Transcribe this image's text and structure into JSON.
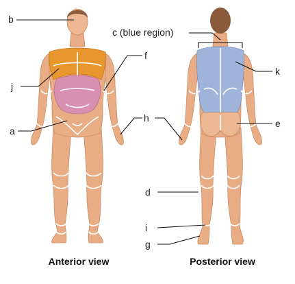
{
  "diagram": {
    "labels": {
      "a": "a",
      "b": "b",
      "c": "c (blue region)",
      "d": "d",
      "e": "e",
      "f": "f",
      "g": "g",
      "h": "h",
      "i": "i",
      "j": "j",
      "k": "k"
    },
    "captions": {
      "anterior": "Anterior view",
      "posterior": "Posterior view"
    },
    "colors": {
      "thorax": "#e8962e",
      "abdomen": "#d88fb0",
      "back": "#9fb4d8",
      "skin": "#e8ad85"
    }
  }
}
